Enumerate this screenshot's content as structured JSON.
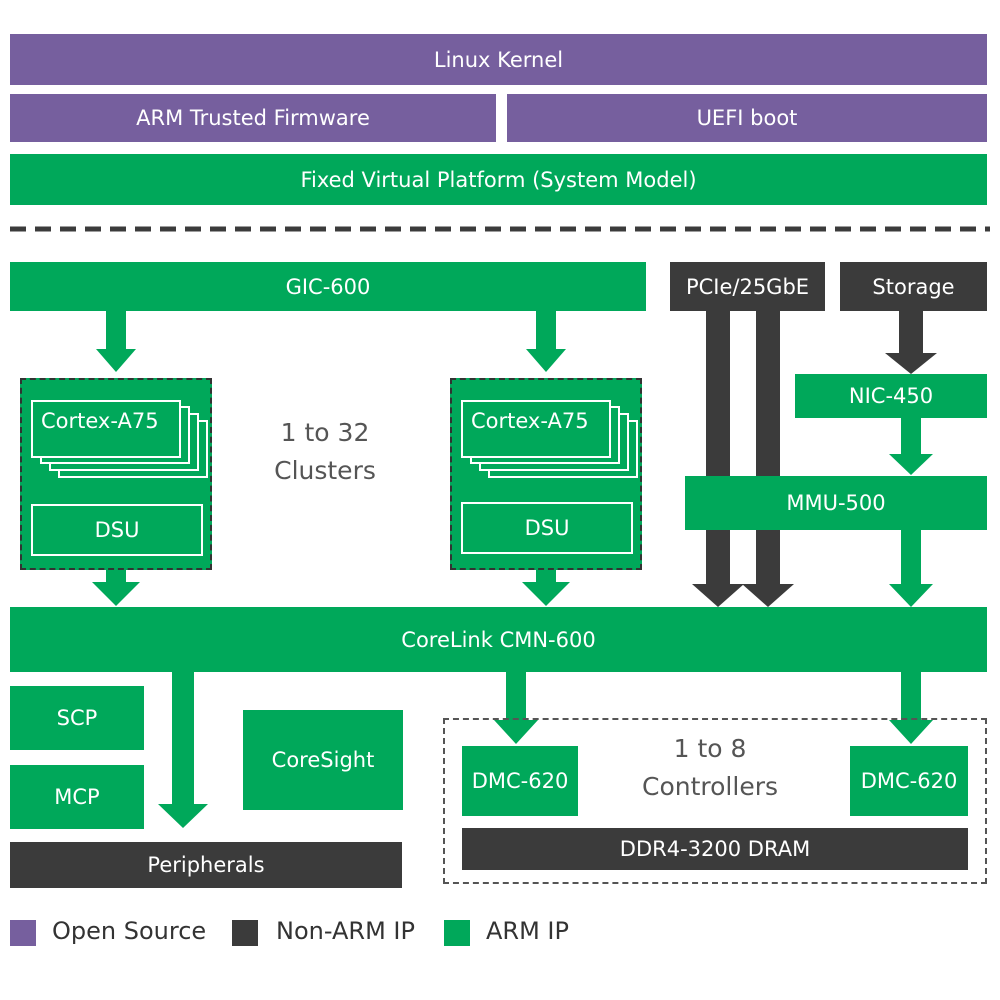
{
  "software": {
    "linux_kernel": "Linux Kernel",
    "arm_trusted_firmware": "ARM Trusted Firmware",
    "uefi_boot": "UEFI boot",
    "fixed_virtual_platform": "Fixed Virtual Platform (System Model)"
  },
  "hardware": {
    "gic": "GIC-600",
    "pcie": "PCIe/25GbE",
    "storage": "Storage",
    "nic": "NIC-450",
    "mmu": "MMU-500",
    "cluster_left": {
      "core": "Cortex-A75",
      "dsu": "DSU"
    },
    "cluster_right": {
      "core": "Cortex-A75",
      "dsu": "DSU"
    },
    "clusters_caption_line1": "1 to 32",
    "clusters_caption_line2": "Clusters",
    "interconnect": "CoreLink CMN-600",
    "scp": "SCP",
    "mcp": "MCP",
    "coresight": "CoreSight",
    "peripherals": "Peripherals",
    "dmc_left": "DMC-620",
    "dmc_right": "DMC-620",
    "controllers_caption_line1": "1 to 8",
    "controllers_caption_line2": "Controllers",
    "dram": "DDR4-3200 DRAM"
  },
  "legend": {
    "open_source": {
      "label": "Open Source",
      "color": "#765f9e"
    },
    "non_arm_ip": {
      "label": "Non-ARM IP",
      "color": "#3b3b3b"
    },
    "arm_ip": {
      "label": "ARM IP",
      "color": "#00a85a"
    }
  },
  "colors": {
    "open_source": "#765f9e",
    "arm_ip": "#00a85a",
    "non_arm_ip": "#3b3b3b"
  }
}
